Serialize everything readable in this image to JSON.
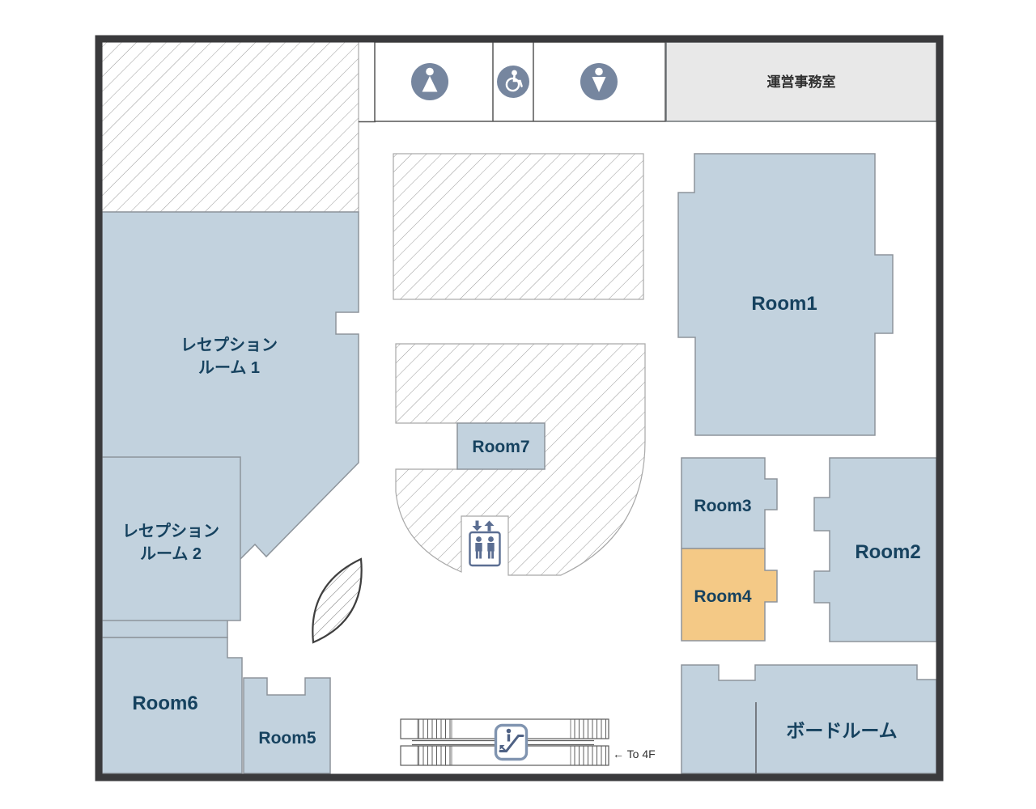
{
  "rooms": {
    "reception_room_1": {
      "label_line1": "レセプション",
      "label_line2": "ルーム 1"
    },
    "reception_room_2": {
      "label_line1": "レセプション",
      "label_line2": "ルーム 2"
    },
    "room1": {
      "label": "Room1"
    },
    "room2": {
      "label": "Room2"
    },
    "room3": {
      "label": "Room3"
    },
    "room4": {
      "label": "Room4"
    },
    "room5": {
      "label": "Room5"
    },
    "room6": {
      "label": "Room6"
    },
    "room7": {
      "label": "Room7"
    },
    "boardroom": {
      "label": "ボードルーム"
    },
    "operations_office": {
      "label": "運営事務室"
    }
  },
  "annotations": {
    "escalator_direction": "← To 4F"
  },
  "facility_icons": [
    "mens-restroom-icon",
    "accessible-restroom-icon",
    "womens-restroom-icon",
    "elevator-icon",
    "escalator-icon",
    "plant-icon"
  ],
  "highlighted_room": "Room4",
  "colors": {
    "room_fill": "#c2d2de",
    "highlight_room_fill": "#f4c986",
    "office_fill": "#e8e8e8",
    "wall": "#3a3a3c",
    "room_border": "#8d949b",
    "label_text": "#16425f",
    "icon_slate": "#76869f",
    "elevator_slate": "#5b6e92"
  }
}
